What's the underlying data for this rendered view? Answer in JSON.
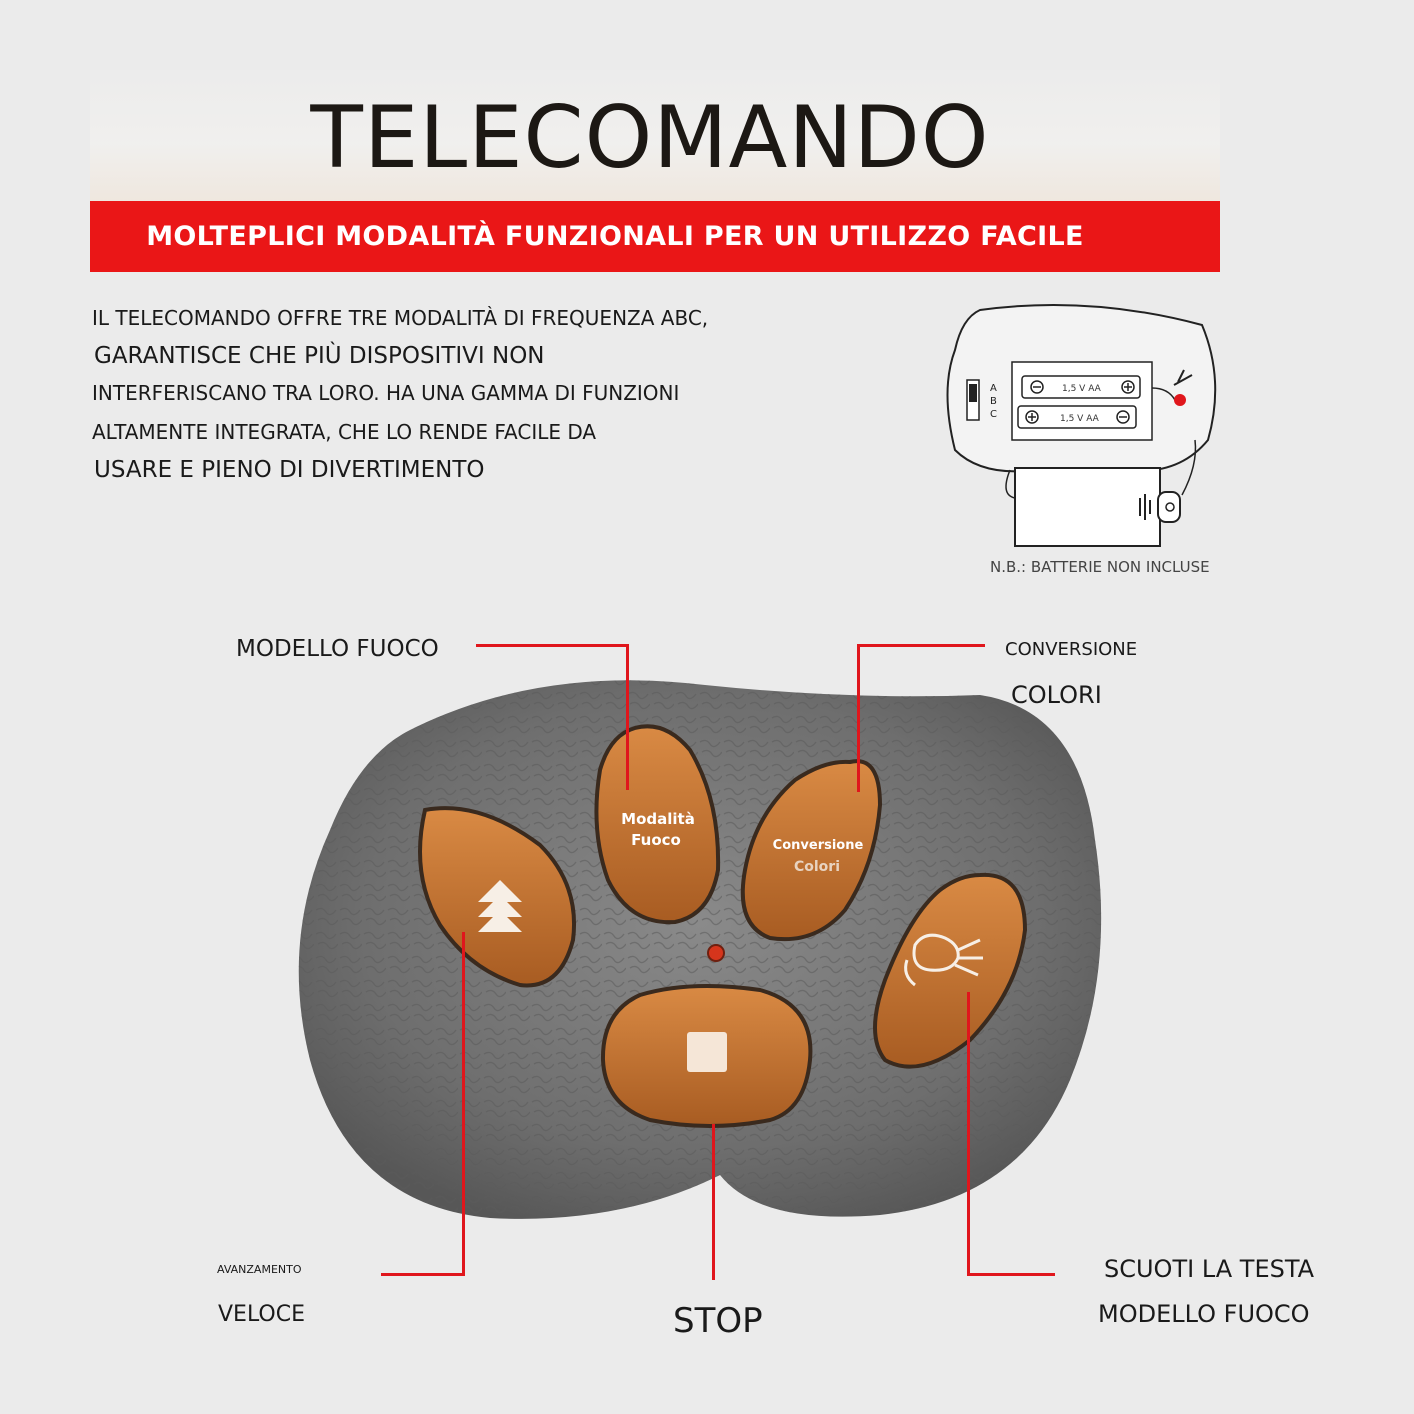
{
  "header": {
    "title": "TELECOMANDO",
    "banner": "MOLTEPLICI MODALITÀ FUNZIONALI PER UN UTILIZZO FACILE"
  },
  "description": {
    "lines": [
      "IL TELECOMANDO OFFRE TRE MODALITÀ DI FREQUENZA ABC,",
      "GARANTISCE CHE PIÙ DISPOSITIVI NON",
      "INTERFERISCANO TRA LORO. HA UNA GAMMA DI FUNZIONI",
      "ALTAMENTE INTEGRATA, CHE LO RENDE FACILE DA",
      "USARE E PIENO DI DIVERTIMENTO"
    ]
  },
  "battery": {
    "switch_labels": [
      "A",
      "B",
      "C"
    ],
    "cell_label_top": "1,5 V AA",
    "cell_label_bottom": "1,5 V AA",
    "note": "N.B.: BATTERIE NON INCLUSE"
  },
  "remote": {
    "buttons": {
      "fire_mode": [
        "Modalità",
        "Fuoco"
      ],
      "color_conversion": [
        "Conversione",
        "Colori"
      ]
    }
  },
  "callouts": {
    "fire_model": "MODELLO FUOCO",
    "color_conversion_1": "CONVERSIONE",
    "color_conversion_2": "COLORI",
    "fast_forward_1": "AVANZAMENTO",
    "fast_forward_2": "VELOCE",
    "stop": "STOP",
    "shake_head_1": "SCUOTI LA TESTA",
    "shake_head_2": "MODELLO FUOCO"
  },
  "colors": {
    "accent_red": "#ea1617",
    "button_orange": "#c4712f",
    "remote_gray": "#707070"
  }
}
